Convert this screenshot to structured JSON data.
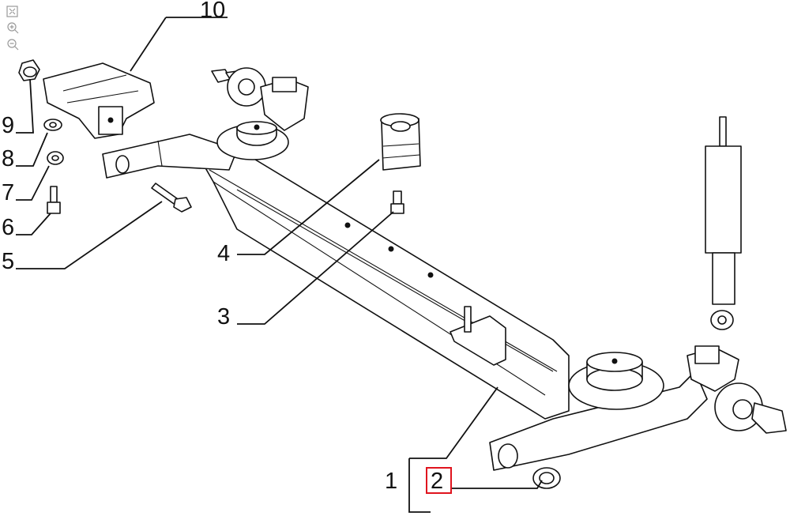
{
  "viewer_tools": [
    {
      "name": "fit-icon"
    },
    {
      "name": "zoom-in-icon"
    },
    {
      "name": "zoom-out-icon"
    }
  ],
  "callouts": {
    "c1": "1",
    "c2": "2",
    "c3": "3",
    "c4": "4",
    "c5": "5",
    "c6": "6",
    "c7": "7",
    "c8": "8",
    "c9": "9",
    "c10": "10"
  },
  "highlight_color": "#e0141e"
}
